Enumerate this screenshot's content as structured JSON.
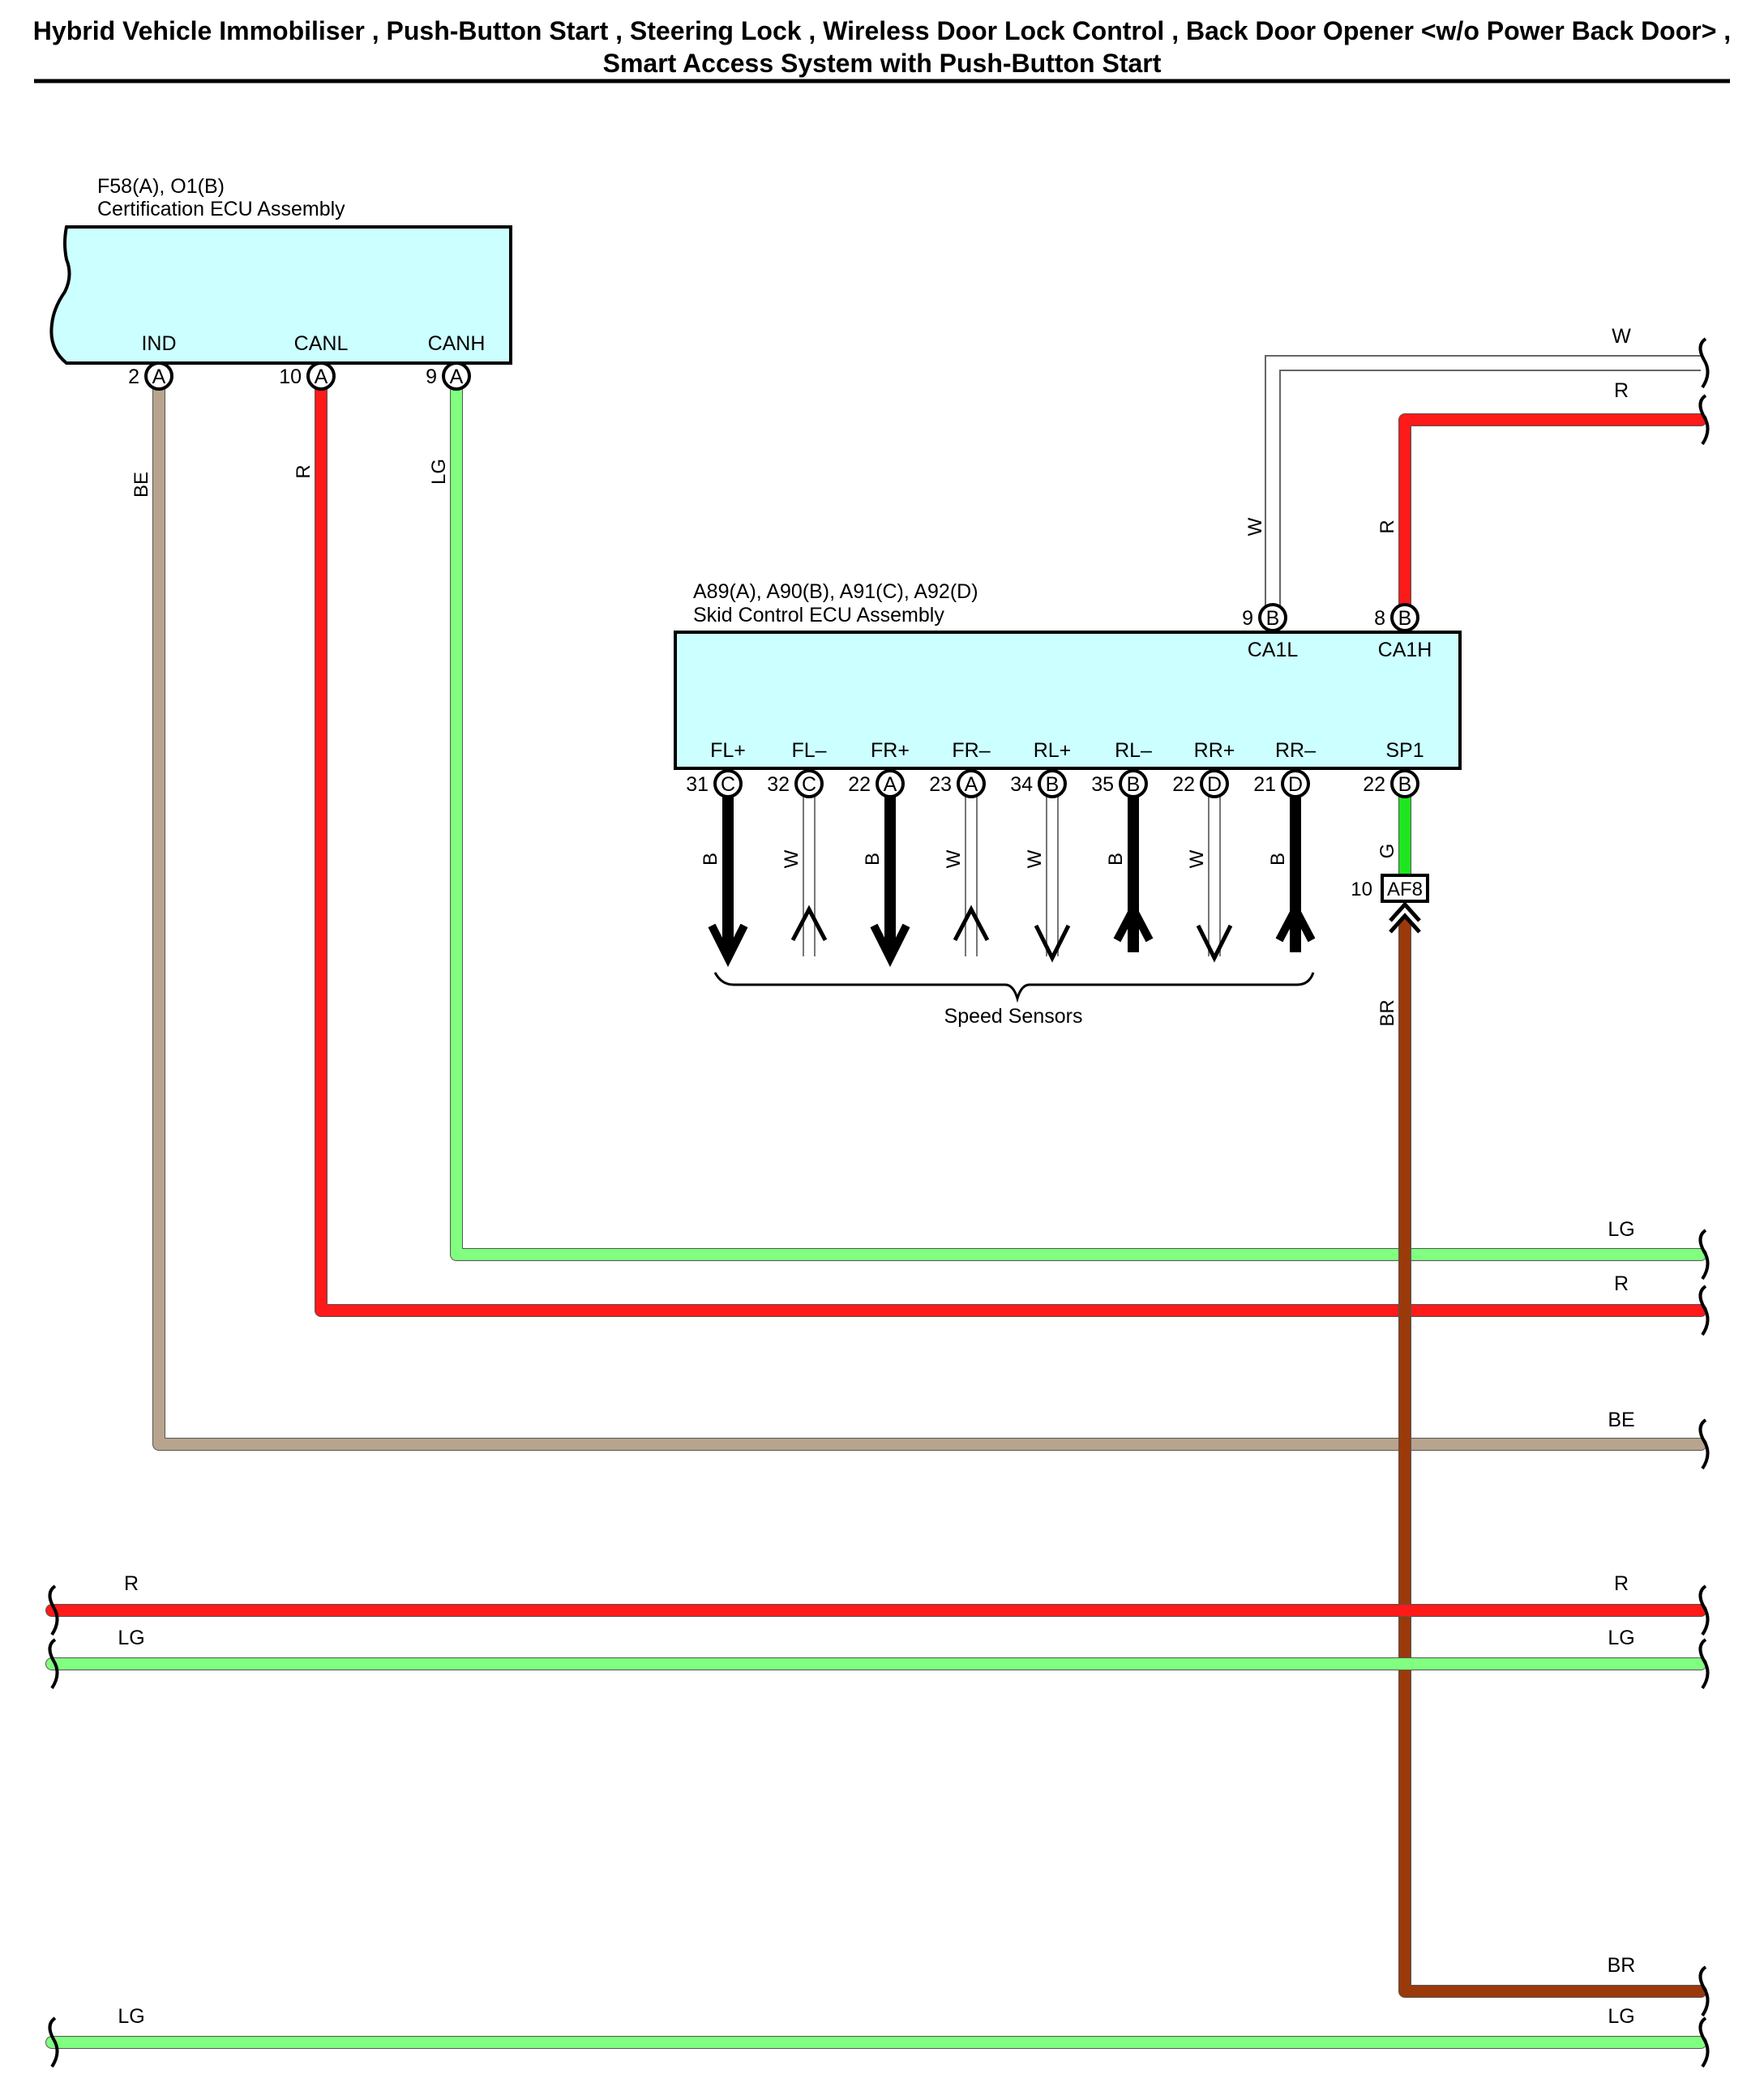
{
  "title": {
    "line1": "Hybrid Vehicle Immobiliser , Push-Button Start , Steering Lock , Wireless Door Lock Control , Back Door Opener <w/o Power Back Door> ,",
    "line2": "Smart Access System with Push-Button Start"
  },
  "colors": {
    "R": "#ff1a1a",
    "LG": "#80ff80",
    "G": "#1ee61e",
    "BE": "#b8a48e",
    "BR": "#9a3a0a",
    "W": "#ffffff",
    "B": "#000000",
    "ecu_fill": "#ccffff"
  },
  "cert_ecu": {
    "code": "F58(A), O1(B)",
    "name": "Certification ECU Assembly",
    "pins": [
      {
        "signal": "IND",
        "num": "2",
        "conn": "A",
        "wire": "BE"
      },
      {
        "signal": "CANL",
        "num": "10",
        "conn": "A",
        "wire": "R"
      },
      {
        "signal": "CANH",
        "num": "9",
        "conn": "A",
        "wire": "LG"
      }
    ]
  },
  "skid_ecu": {
    "code": "A89(A), A90(B), A91(C), A92(D)",
    "name": "Skid Control ECU Assembly",
    "top_pins": [
      {
        "signal": "CA1L",
        "num": "9",
        "conn": "B",
        "wire": "W"
      },
      {
        "signal": "CA1H",
        "num": "8",
        "conn": "B",
        "wire": "R"
      }
    ],
    "bottom_pins": [
      {
        "signal": "FL+",
        "num": "31",
        "conn": "C",
        "wire": "B"
      },
      {
        "signal": "FL–",
        "num": "32",
        "conn": "C",
        "wire": "W"
      },
      {
        "signal": "FR+",
        "num": "22",
        "conn": "A",
        "wire": "B"
      },
      {
        "signal": "FR–",
        "num": "23",
        "conn": "A",
        "wire": "W"
      },
      {
        "signal": "RL+",
        "num": "34",
        "conn": "B",
        "wire": "W"
      },
      {
        "signal": "RL–",
        "num": "35",
        "conn": "B",
        "wire": "B"
      },
      {
        "signal": "RR+",
        "num": "22",
        "conn": "D",
        "wire": "W"
      },
      {
        "signal": "RR–",
        "num": "21",
        "conn": "D",
        "wire": "B"
      },
      {
        "signal": "SP1",
        "num": "22",
        "conn": "B",
        "wire": "G"
      }
    ]
  },
  "speed_sensors_label": "Speed Sensors",
  "connector_af8": {
    "num": "10",
    "name": "AF8",
    "wire_in": "G",
    "wire_out": "BR"
  },
  "continuation_labels": {
    "right_w": "W",
    "right_r_top": "R",
    "right_lg": "LG",
    "right_r_mid": "R",
    "right_be": "BE",
    "left_r": "R",
    "right_r_low": "R",
    "left_lg": "LG",
    "right_lg_low": "LG",
    "right_br": "BR",
    "left_lg_bottom": "LG",
    "right_lg_bottom": "LG"
  }
}
